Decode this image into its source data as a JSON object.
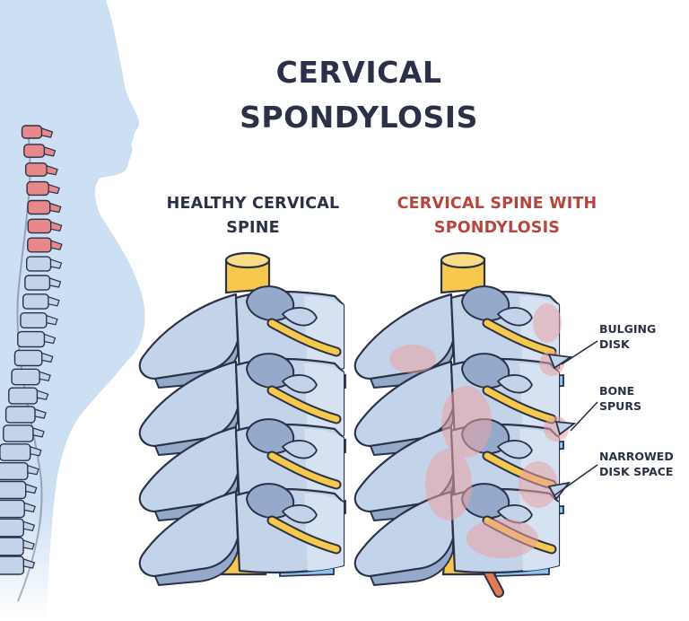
{
  "title": {
    "line1": "CERVICAL",
    "line2": "SPONDYLOSIS"
  },
  "healthy": {
    "line1": "HEALTHY CERVICAL",
    "line2": "SPINE"
  },
  "affected": {
    "line1": "CERVICAL SPINE WITH",
    "line2": "SPONDYLOSIS"
  },
  "labels": {
    "bulging": {
      "line1": "BULGING",
      "line2": "DISK"
    },
    "spurs": {
      "line1": "BONE",
      "line2": "SPURS"
    },
    "narrowed": {
      "line1": "NARROWED",
      "line2": "DISK SPACE"
    }
  },
  "colors": {
    "ink": "#2b3147",
    "accent": "#b8453d",
    "silhouette": "#cddff2",
    "bone": "#c3d3e9",
    "bone_shade": "#95aacb",
    "nerve": "#f6c84b",
    "disk": "#8ec4ec",
    "inflamed": "#e8a3a5",
    "spine_highlight": "#e7898a"
  }
}
